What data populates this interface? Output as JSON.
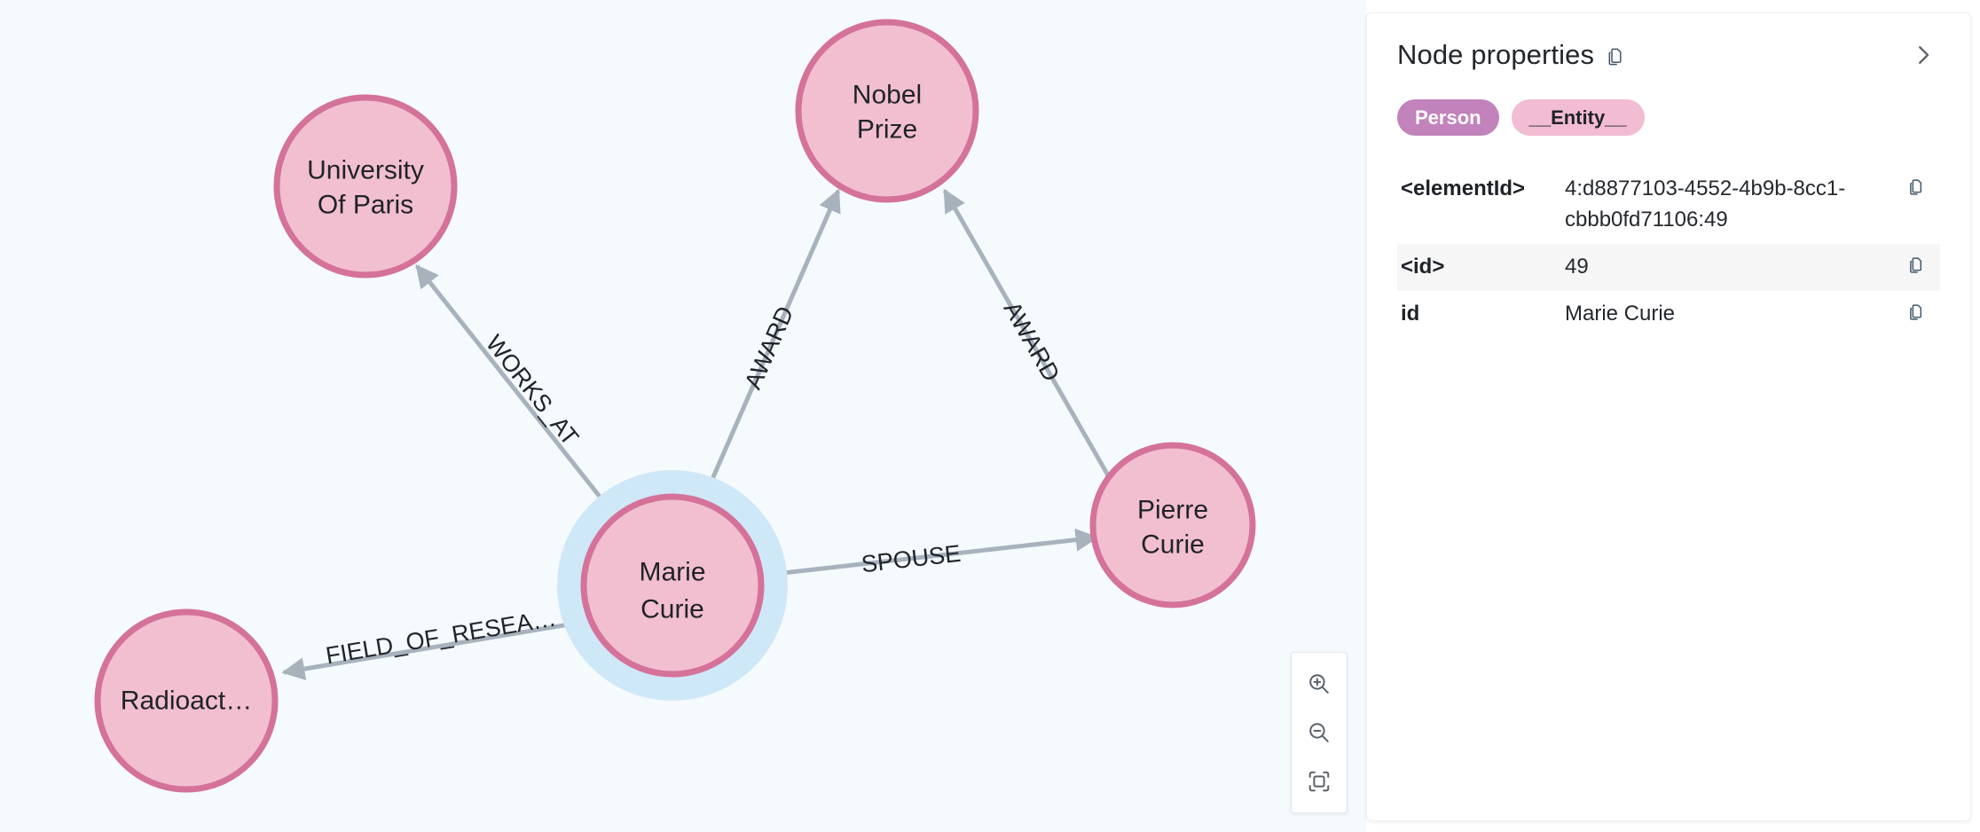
{
  "graph": {
    "background_color": "#f5fafd",
    "node_fill": "#f2bfd0",
    "node_stroke": "#d4729a",
    "selection_halo_color": "#cfe8f8",
    "edge_color": "#a8b2bd",
    "nodes": [
      {
        "id": "university-of-paris",
        "label_line1": "University",
        "label_line2": "Of Paris",
        "selected": false
      },
      {
        "id": "nobel-prize",
        "label_line1": "Nobel",
        "label_line2": "Prize",
        "selected": false
      },
      {
        "id": "marie-curie",
        "label_line1": "Marie",
        "label_line2": "Curie",
        "selected": true
      },
      {
        "id": "pierre-curie",
        "label_line1": "Pierre",
        "label_line2": "Curie",
        "selected": false
      },
      {
        "id": "radioactivity",
        "label_line1": "Radioact…",
        "label_line2": "",
        "selected": false
      }
    ],
    "edges": [
      {
        "id": "works-at",
        "label": "WORKS_AT",
        "source": "marie-curie",
        "target": "university-of-paris"
      },
      {
        "id": "award-marie",
        "label": "AWARD",
        "source": "marie-curie",
        "target": "nobel-prize"
      },
      {
        "id": "award-pierre",
        "label": "AWARD",
        "source": "pierre-curie",
        "target": "nobel-prize"
      },
      {
        "id": "spouse",
        "label": "SPOUSE",
        "source": "marie-curie",
        "target": "pierre-curie"
      },
      {
        "id": "field-of-research",
        "label": "FIELD_OF_RESEA…",
        "source": "marie-curie",
        "target": "radioactivity"
      }
    ]
  },
  "zoom_controls": {
    "zoom_in_label": "Zoom in",
    "zoom_out_label": "Zoom out",
    "fit_label": "Fit to screen"
  },
  "panel": {
    "title": "Node properties",
    "copy_title_label": "Copy all properties",
    "collapse_label": "Collapse panel",
    "labels": [
      {
        "name": "Person",
        "background": "#c282bb",
        "color": "#ffffff"
      },
      {
        "name": "__Entity__",
        "background": "#f2bcd2",
        "color": "#1f2328"
      }
    ],
    "properties": [
      {
        "key": "<elementId>",
        "value": "4:d8877103-4552-4b9b-8cc1-cbbb0fd71106:49",
        "alt": false
      },
      {
        "key": "<id>",
        "value": "49",
        "alt": true
      },
      {
        "key": "id",
        "value": "Marie Curie",
        "alt": false
      }
    ]
  }
}
